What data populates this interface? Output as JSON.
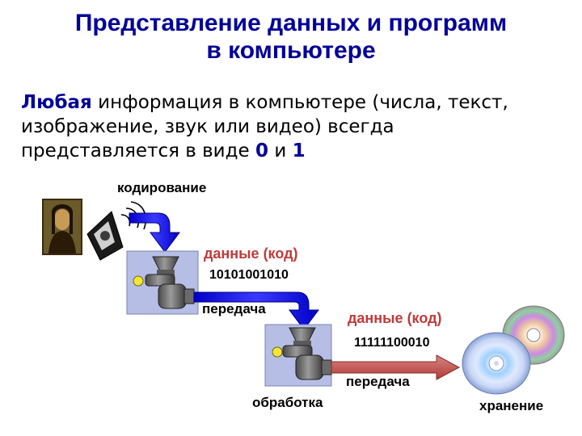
{
  "title": {
    "line1": "Представление данных и программ",
    "line2": "в компьютере"
  },
  "intro": {
    "part1": "Любая",
    "part2": " информация в компьютере (числа, текст, изображение, звук или видео) всегда представляется в виде ",
    "zero": "0",
    "and": " и ",
    "one": "1"
  },
  "labels": {
    "encoding": "кодирование",
    "data1": "данные (код)",
    "code1": "10101001010",
    "transfer1": "передача",
    "data2": "данные (код)",
    "code2": "11111100010",
    "transfer2": "передача",
    "processing": "обработка",
    "storage": "хранение"
  },
  "colors": {
    "title": "#000099",
    "arrow_blue": "#1a1aee",
    "arrow_red": "#c0504d",
    "machine_bg": "#b6bee6",
    "label_red": "#bf3b3b"
  },
  "icons": [
    "mona-lisa-image",
    "speaker-icon",
    "meat-grinder-icon",
    "discs-icon"
  ]
}
